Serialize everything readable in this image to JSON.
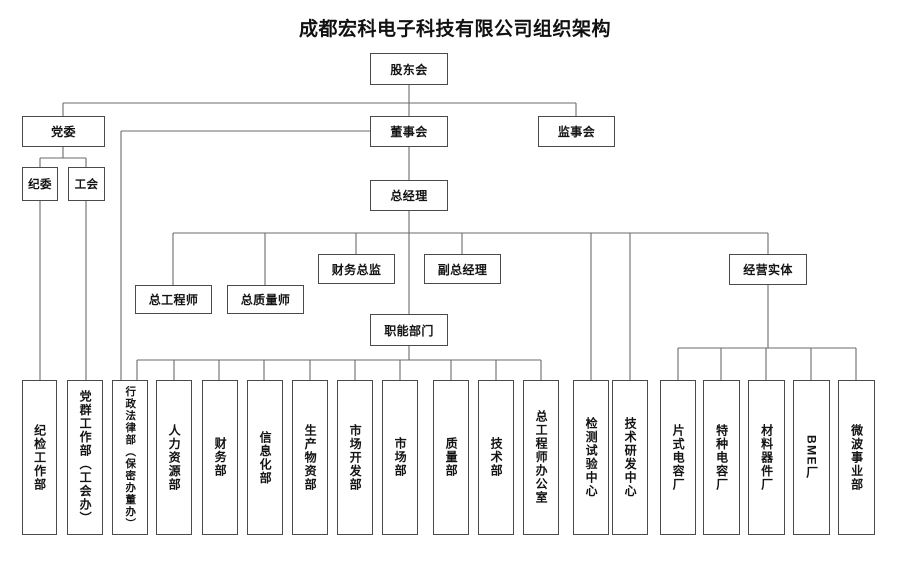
{
  "title": "成都宏科电子科技有限公司组织架构",
  "colors": {
    "box_border": "#4a4a4a",
    "wire": "#6b6b6b",
    "background": "#ffffff",
    "text": "#141414"
  },
  "nodes": {
    "shareholders_meeting": "股东会",
    "party_committee": "党委",
    "board_of_directors": "董事会",
    "board_of_supervisors": "监事会",
    "discipline_committee": "纪委",
    "labor_union": "工会",
    "general_manager": "总经理",
    "chief_engineer": "总工程师",
    "chief_quality_officer": "总质量师",
    "cfo": "财务总监",
    "deputy_general_manager": "副总经理",
    "functional_departments": "职能部门",
    "business_entities": "经营实体"
  },
  "leaves": [
    {
      "id": "discipline-inspection-dept",
      "label": "纪检工作部",
      "latin": false
    },
    {
      "id": "party-mass-work-dept",
      "label": "党群工作部（工会办）",
      "latin": false
    },
    {
      "id": "admin-legal-dept",
      "label": "行政法律部（保密办董办）",
      "latin": false
    },
    {
      "id": "human-resources-dept",
      "label": "人力资源部",
      "latin": false
    },
    {
      "id": "finance-dept",
      "label": "财务部",
      "latin": false
    },
    {
      "id": "informatization-dept",
      "label": "信息化部",
      "latin": false
    },
    {
      "id": "production-materials-dept",
      "label": "生产物资部",
      "latin": false
    },
    {
      "id": "market-development-dept",
      "label": "市场开发部",
      "latin": false
    },
    {
      "id": "marketing-dept",
      "label": "市场部",
      "latin": false
    },
    {
      "id": "quality-dept",
      "label": "质量部",
      "latin": false
    },
    {
      "id": "technology-dept",
      "label": "技术部",
      "latin": false
    },
    {
      "id": "chief-engineer-office",
      "label": "总工程师办公室",
      "latin": false
    },
    {
      "id": "testing-center",
      "label": "检测试验中心",
      "latin": false
    },
    {
      "id": "rnd-center",
      "label": "技术研发中心",
      "latin": false
    },
    {
      "id": "chip-capacitor-factory",
      "label": "片式电容厂",
      "latin": false
    },
    {
      "id": "special-capacitor-factory",
      "label": "特种电容厂",
      "latin": false
    },
    {
      "id": "material-device-factory",
      "label": "材料器件厂",
      "latin": false
    },
    {
      "id": "bme-factory",
      "label": "BME厂",
      "latin": true
    },
    {
      "id": "microwave-division",
      "label": "微波事业部",
      "latin": false
    }
  ]
}
